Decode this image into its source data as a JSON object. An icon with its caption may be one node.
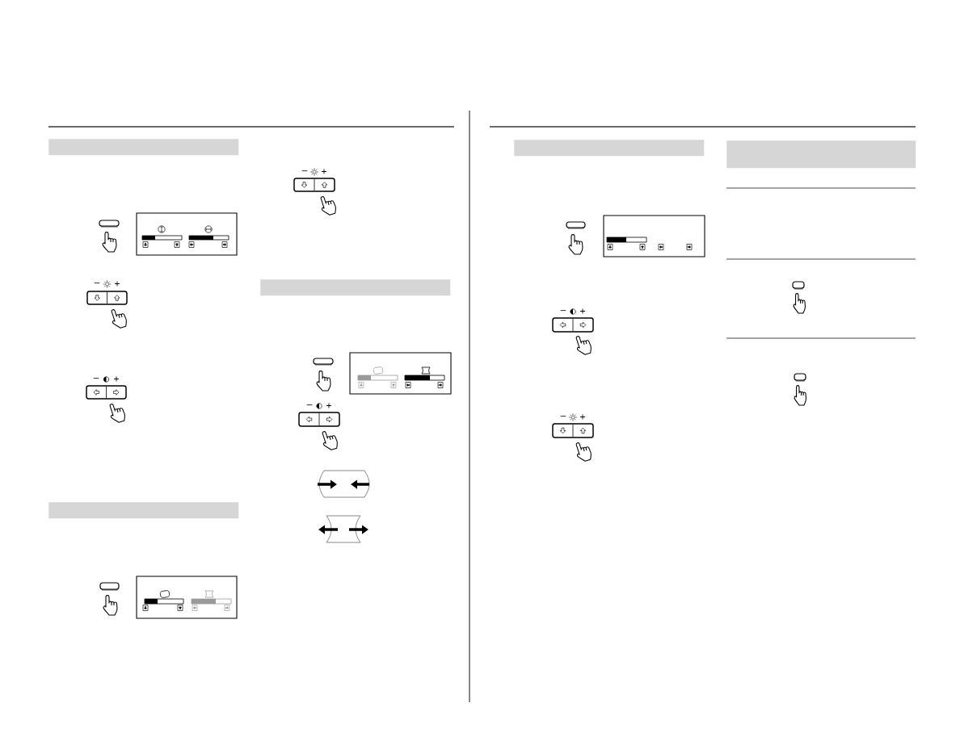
{
  "diagram": {
    "nodes": [
      {
        "text": [],
        "shape": "band"
      },
      {
        "text": [],
        "shape": "band"
      },
      {
        "text": [],
        "shape": "band"
      },
      {
        "text": [],
        "shape": "band"
      },
      {
        "text": [],
        "shape": "band"
      }
    ],
    "labels": [
      "–",
      "+",
      "–",
      "+",
      "–",
      "+",
      "–",
      "+",
      "–",
      "+",
      "–",
      "+"
    ]
  }
}
